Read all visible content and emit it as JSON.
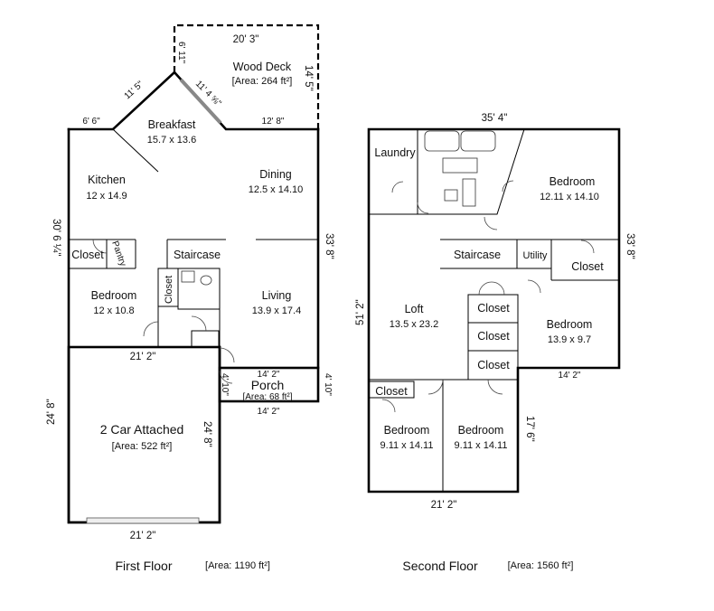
{
  "first_floor": {
    "title": "First Floor",
    "area": "[Area: 1190 ft²]",
    "rooms": {
      "wood_deck": {
        "name": "Wood Deck",
        "area": "[Area: 264 ft²]"
      },
      "breakfast": {
        "name": "Breakfast",
        "size": "15.7 x 13.6"
      },
      "kitchen": {
        "name": "Kitchen",
        "size": "12 x 14.9"
      },
      "dining": {
        "name": "Dining",
        "size": "12.5 x 14.10"
      },
      "closet": {
        "name": "Closet"
      },
      "pantry": {
        "name": "Pantry"
      },
      "staircase": {
        "name": "Staircase"
      },
      "closet_vertical": {
        "name": "Closet"
      },
      "bedroom": {
        "name": "Bedroom",
        "size": "12 x 10.8"
      },
      "living": {
        "name": "Living",
        "size": "13.9 x 17.4"
      },
      "porch": {
        "name": "Porch",
        "area": "[Area: 68 ft²]"
      },
      "garage": {
        "name": "2 Car Attached",
        "area": "[Area: 522 ft²]"
      }
    },
    "dims": {
      "deck_width": "20' 3\"",
      "deck_depth": "14' 5\"",
      "deck_left": "6' 11\"",
      "bay_diag_left": "11' 5\"",
      "bay_diag_right": "11' 4 ⅝\"",
      "top_left": "6' 6\"",
      "top_right": "12' 8\"",
      "left_side": "30' 6 ¼\"",
      "right_side": "33' 8\"",
      "garage_top": "21' 2\"",
      "garage_left": "24' 8\"",
      "garage_right": "24' 8\"",
      "garage_bottom": "21' 2\"",
      "porch_top": "14' 2\"",
      "porch_bottom": "14' 2\"",
      "porch_left": "4' 10\"",
      "porch_right": "4' 10\""
    }
  },
  "second_floor": {
    "title": "Second Floor",
    "area": "[Area: 1560 ft²]",
    "rooms": {
      "laundry": {
        "name": "Laundry"
      },
      "bedroom_ne": {
        "name": "Bedroom",
        "size": "12.11 x 14.10"
      },
      "staircase": {
        "name": "Staircase"
      },
      "utility": {
        "name": "Utility"
      },
      "closet_right": {
        "name": "Closet"
      },
      "loft": {
        "name": "Loft",
        "size": "13.5 x 23.2"
      },
      "closet_a": {
        "name": "Closet"
      },
      "closet_b": {
        "name": "Closet"
      },
      "closet_c": {
        "name": "Closet"
      },
      "bedroom_mid": {
        "name": "Bedroom",
        "size": "13.9 x 9.7"
      },
      "closet_sw": {
        "name": "Closet"
      },
      "bedroom_sw": {
        "name": "Bedroom",
        "size": "9.11 x 14.11"
      },
      "bedroom_s": {
        "name": "Bedroom",
        "size": "9.11 x 14.11"
      }
    },
    "dims": {
      "top": "35' 4\"",
      "right": "33' 8\"",
      "left": "51' 2\"",
      "mid_right": "14' 2\"",
      "lower_right": "17' 6\"",
      "bottom": "21' 2\""
    }
  },
  "colors": {
    "wall": "#000000",
    "fixture": "#ffffff"
  }
}
